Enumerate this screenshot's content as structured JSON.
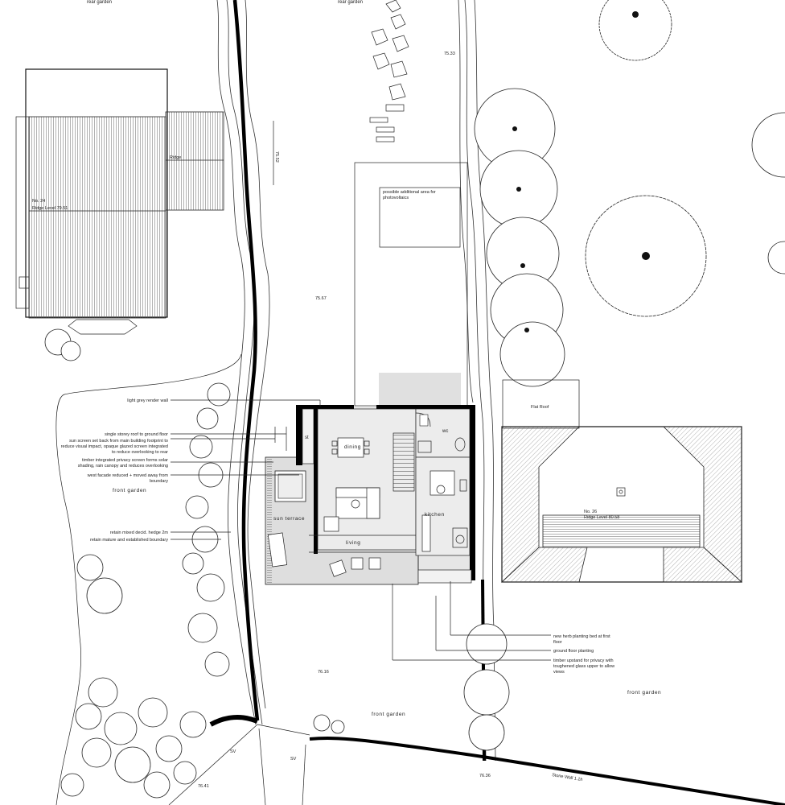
{
  "labels": {
    "rear_garden_left": "rear garden",
    "rear_garden_mid": "rear garden",
    "level_7533": "75.33",
    "level_7552": "75.52",
    "level_7567": "75.67",
    "level_7616": "76.16",
    "level_7636": "76.36",
    "level_7641": "76.41",
    "no24_name": "No. 24",
    "no24_ridge": "Ridge Level 79.51",
    "ridge": "Ridge",
    "pv_line1": "possible additional area for",
    "pv_line2": "photovoltaics",
    "flat_roof": "Flat Roof",
    "no26_name": "No. 26",
    "no26_ridge": "Ridge Level 80.58",
    "front_garden_left": "front garden",
    "front_garden_bottom": "front garden",
    "front_garden_right": "front garden",
    "sv_1": "SV",
    "sv_2": "SV",
    "stone_wall": "Stone Wall 1.1h",
    "room_st": "st",
    "room_dining": "dining",
    "room_wc": "wc",
    "room_kitchen": "kitchen",
    "room_living": "living",
    "sun_terrace": "sun terrace"
  },
  "notes_left": [
    "light grey render wall",
    "single storey roof to ground floor",
    "sun screen set back from main building  footprint to",
    "reduce visual impact, opaque glazed screen integrated",
    "to reduce overlooking to rear",
    "timber integrated privacy screen forms solar",
    "shading, rain canopy and reduces overlooking",
    "west facade reduced + moved away from",
    "boundary",
    "retain mixed decid. hedge 2m",
    "retain mature and established boundary"
  ],
  "notes_right": [
    "new herb planting bed at first",
    "floor",
    "ground floor planting",
    "timber upstand for privacy with",
    "toughened glass upper to allow",
    "views"
  ]
}
